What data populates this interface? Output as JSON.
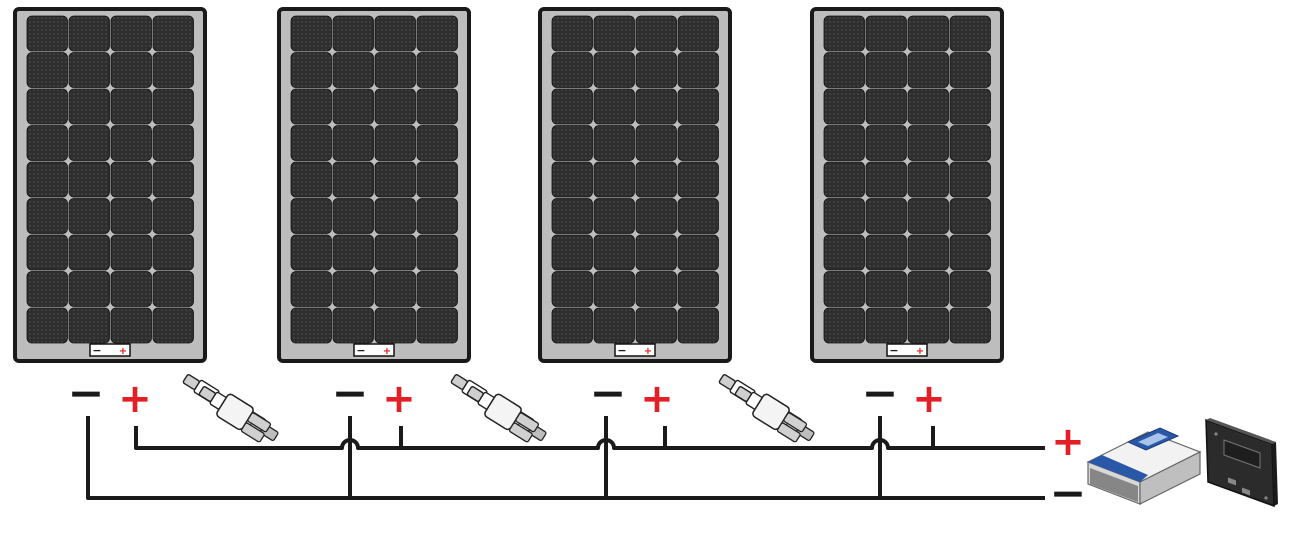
{
  "diagram": {
    "panels": [
      {
        "junction_box": {
          "neg_symbol": "−",
          "pos_symbol": "+"
        }
      },
      {
        "junction_box": {
          "neg_symbol": "−",
          "pos_symbol": "+"
        }
      },
      {
        "junction_box": {
          "neg_symbol": "−",
          "pos_symbol": "+"
        }
      },
      {
        "junction_box": {
          "neg_symbol": "−",
          "pos_symbol": "+"
        }
      }
    ],
    "terminals": {
      "neg_symbol": "−",
      "pos_symbol": "+"
    },
    "output": {
      "pos_symbol": "+",
      "neg_symbol": "−"
    },
    "cell_grid": {
      "columns": 4,
      "rows": 9
    },
    "connector_count": 3,
    "colors": {
      "panel_frame": "#1a1a1a",
      "panel_backsheet": "#bdbdbd",
      "cell": "#2e2e2e",
      "positive": "#e31e24",
      "negative": "#1a1a1a",
      "controller_accent": "#2a58a8"
    },
    "icons": [
      "solar-panel-icon",
      "mc4-connector-icon",
      "charge-controller-icon",
      "remote-display-icon"
    ]
  }
}
